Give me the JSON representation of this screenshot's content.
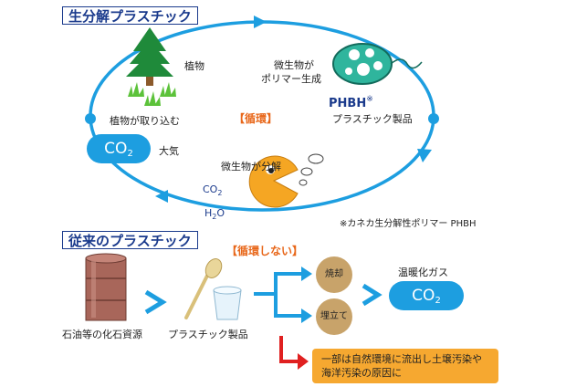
{
  "top": {
    "heading": "生分解プラスチック",
    "plant_label": "植物",
    "microbe_label_line1": "微生物が",
    "microbe_label_line2": "ポリマー生成",
    "phbh_label": "PHBH",
    "phbh_mark": "※",
    "product_label": "プラスチック製品",
    "absorb_label": "植物が取り込む",
    "cycle_label": "【循環】",
    "co2_text": "CO",
    "co2_sub": "2",
    "air_label": "大気",
    "decompose_label": "微生物が分解",
    "chem_co2": "CO",
    "chem_co2_sub": "2",
    "chem_h2o_h": "H",
    "chem_h2o_sub": "2",
    "chem_h2o_o": "O",
    "footnote": "※カネカ生分解性ポリマー PHBH"
  },
  "bottom": {
    "heading": "従来のプラスチック",
    "no_cycle_label": "【循環しない】",
    "fossil_label": "石油等の化石資源",
    "product_label": "プラスチック製品",
    "burn_label": "焼却",
    "landfill_label": "埋立て",
    "gas_label": "温暖化ガス",
    "co2_text": "CO",
    "co2_sub": "2",
    "note_line1": "一部は自然環境に流出し土壌汚染や",
    "note_line2": "海洋汚染の原因に"
  },
  "colors": {
    "cycle_blue": "#1d9ee0",
    "heading_navy": "#1a3a8c",
    "accent_orange": "#e8671a",
    "note_orange": "#f6a830",
    "warning_red": "#e02020",
    "tan": "#c8a36a",
    "tree_green": "#1f8a3a",
    "microbe_teal": "#2fb59d",
    "pacman_orange": "#f5a623"
  },
  "icons": [
    "tree-icon",
    "grass-icon",
    "microbe-icon",
    "pacman-microbe-icon",
    "thought-bubble-icon",
    "oil-drum-icon",
    "spoon-icon",
    "cup-icon"
  ]
}
